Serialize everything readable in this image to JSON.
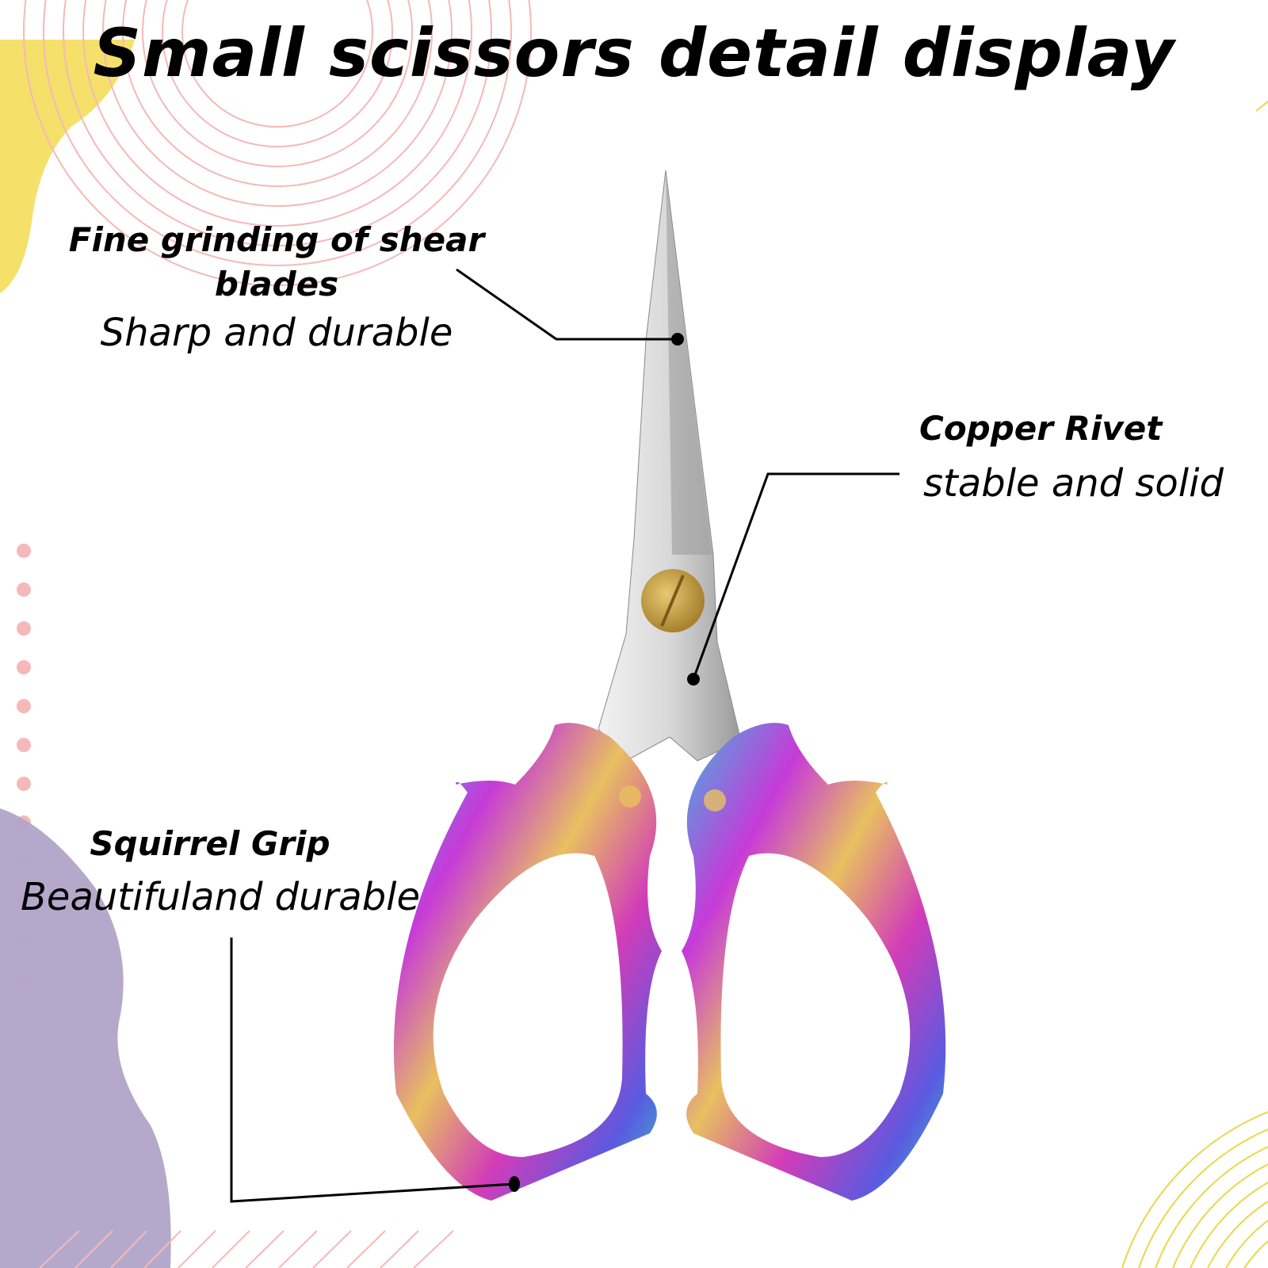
{
  "title": "Small scissors detail display",
  "callouts": [
    {
      "heading_line1": "Fine grinding of shear",
      "heading_line2": "blades",
      "subtitle": "Sharp and durable"
    },
    {
      "heading": "Copper Rivet",
      "subtitle": "stable and solid"
    },
    {
      "heading": "Squirrel Grip",
      "subtitle": "Beautifuland durable"
    }
  ],
  "colors": {
    "yellow": "#f5e06a",
    "pink": "#f4b9b8",
    "purple": "#b1a4c8",
    "brass": "#c9a64a"
  }
}
